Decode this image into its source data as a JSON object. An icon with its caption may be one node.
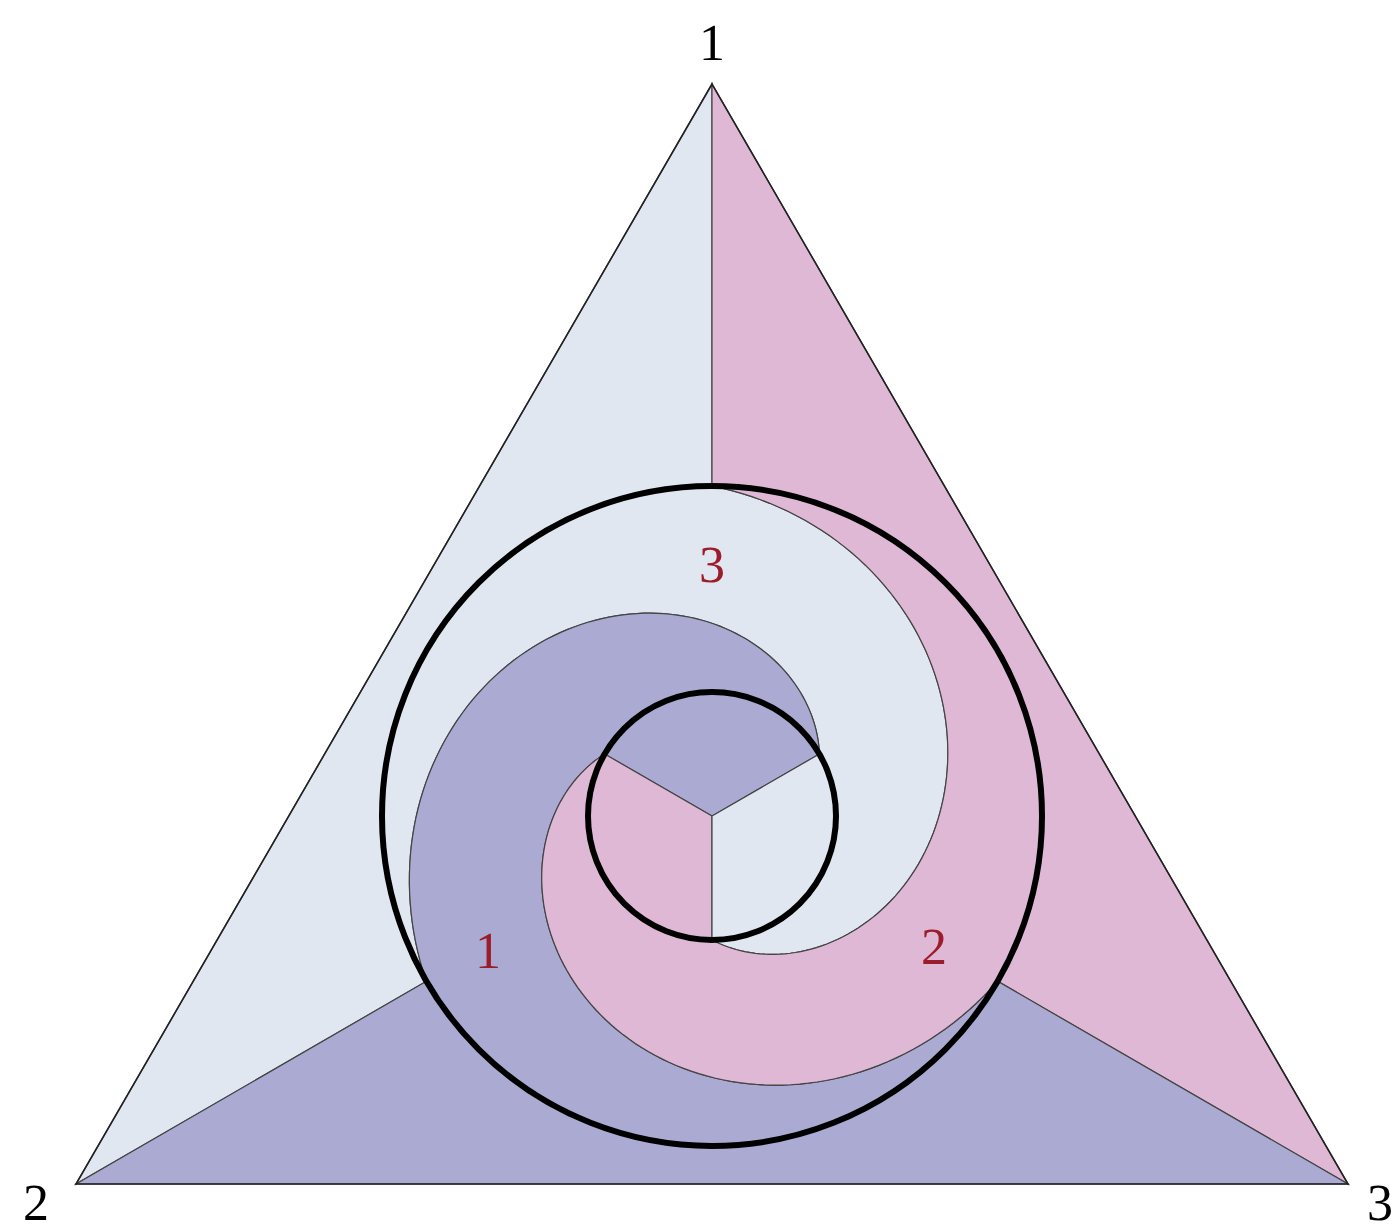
{
  "diagram": {
    "labels": [
      "1",
      "3",
      "1",
      "2",
      "2",
      "3"
    ]
  }
}
